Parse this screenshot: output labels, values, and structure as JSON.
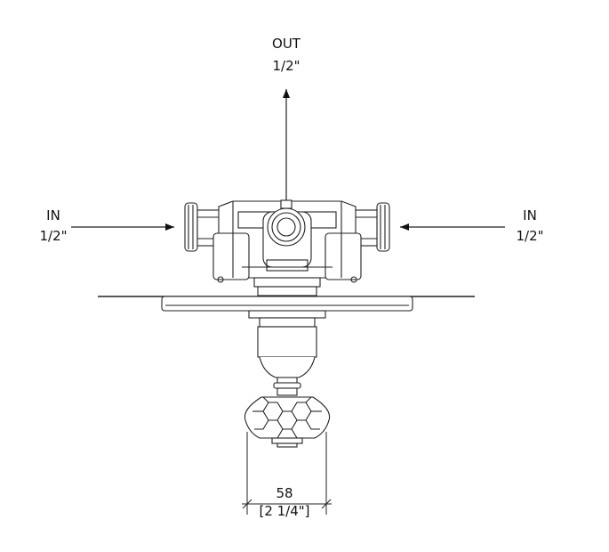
{
  "outlet": {
    "name": "OUT",
    "size": "1/2\""
  },
  "inlet_left": {
    "name": "IN",
    "size": "1/2\""
  },
  "inlet_right": {
    "name": "IN",
    "size": "1/2\""
  },
  "dimension": {
    "metric": "58",
    "imperial": "[2 1/4\"]"
  }
}
